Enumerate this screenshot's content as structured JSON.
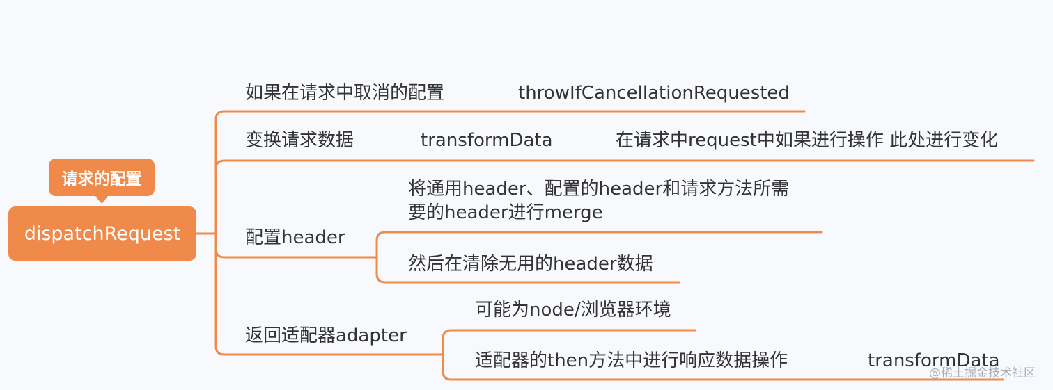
{
  "colors": {
    "accent": "#f08a4b",
    "text": "#333333",
    "background": "#f7f9fc"
  },
  "root": {
    "label": "dispatchRequest",
    "callout": "请求的配置"
  },
  "branches": {
    "cancel": {
      "label": "如果在请求中取消的配置",
      "fn": "throwIfCancellationRequested"
    },
    "transform": {
      "label": "变换请求数据",
      "fn": "transformData",
      "note": "在请求中request中如果进行操作 此处进行变化"
    },
    "header": {
      "label": "配置header",
      "merge_line1": "将通用header、配置的header和请求方法所需",
      "merge_line2": "要的header进行merge",
      "clean": "然后在清除无用的header数据"
    },
    "adapter": {
      "label": "返回适配器adapter",
      "env": "可能为node/浏览器环境",
      "then": "适配器的then方法中进行响应数据操作",
      "fn": "transformData"
    }
  },
  "watermark": "@稀土掘金技术社区"
}
